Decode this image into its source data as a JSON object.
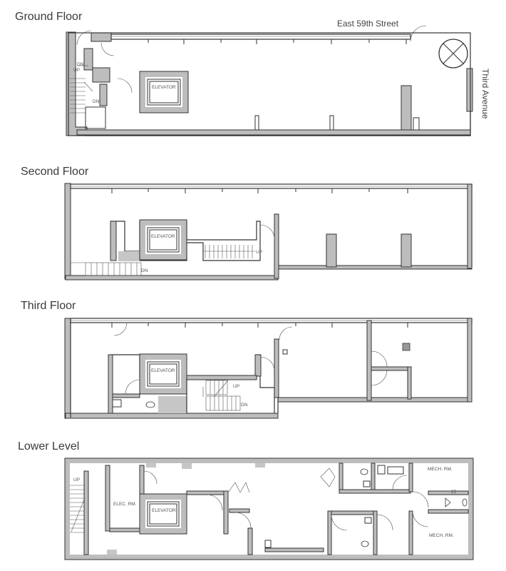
{
  "floors": {
    "ground": {
      "title": "Ground Floor",
      "street_top": "East 59th Street",
      "street_side": "Third Avenue",
      "labels": {
        "elevator": "ELEVATOR",
        "dn1": "DN",
        "up": "UP",
        "dn2": "DN"
      }
    },
    "second": {
      "title": "Second Floor",
      "labels": {
        "elevator": "ELEVATOR",
        "up": "UP",
        "dn": "DN"
      }
    },
    "third": {
      "title": "Third Floor",
      "labels": {
        "elevator": "ELEVATOR",
        "up": "UP",
        "dn": "DN"
      }
    },
    "lower": {
      "title": "Lower Level",
      "labels": {
        "up": "UP",
        "elec": "ELEC. RM.",
        "elevator": "ELEVATOR",
        "mech1": "MECH. RM.",
        "mech2": "MECH. RM.",
        "num": "25"
      }
    }
  }
}
